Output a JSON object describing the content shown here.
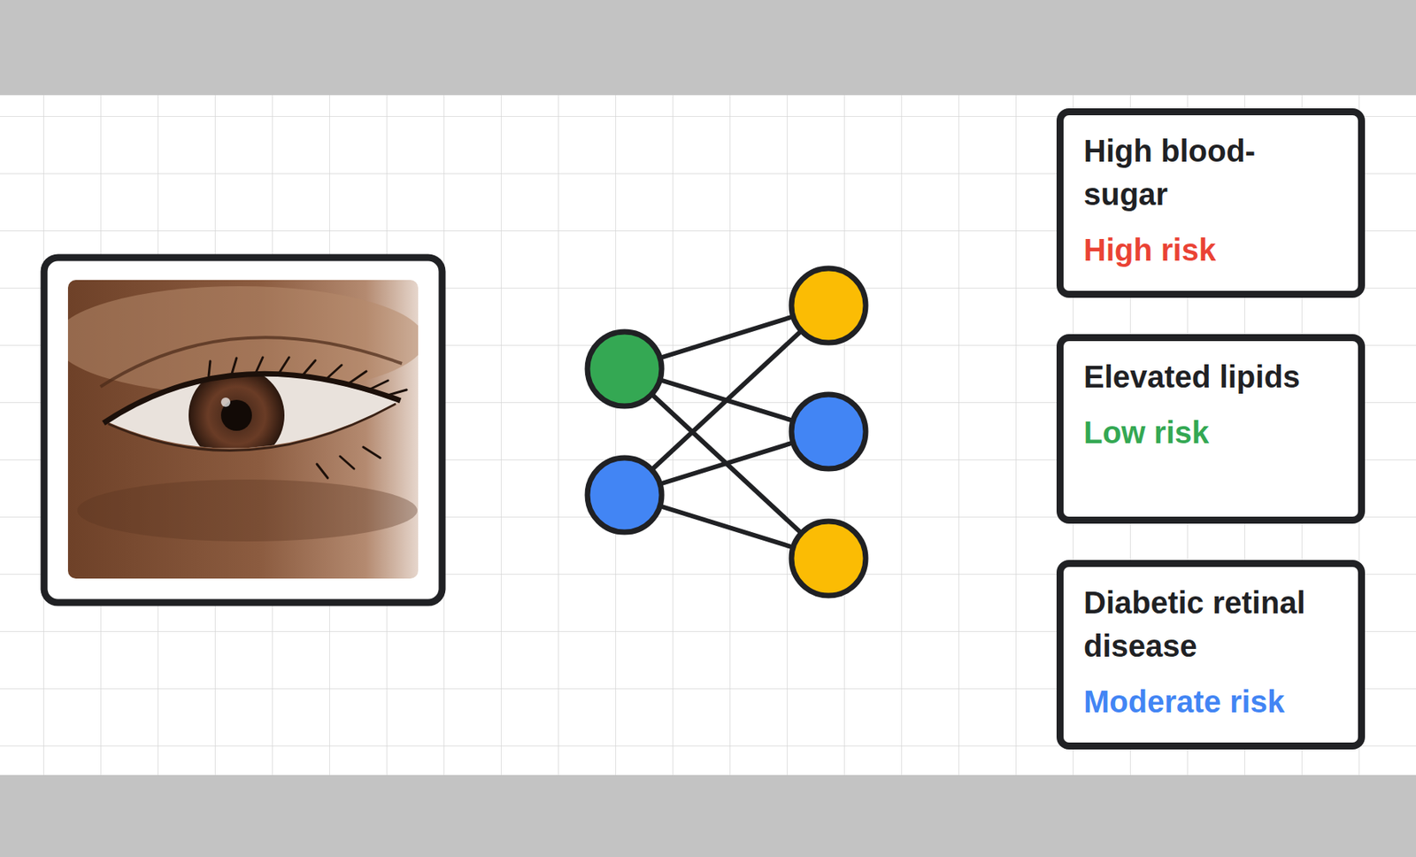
{
  "diagram": {
    "nodes": [
      {
        "text": [
          "High blood-sugar",
          "High risk"
        ]
      },
      {
        "text": [
          "Elevated lipids",
          "Low risk"
        ]
      },
      {
        "text": [
          "Diabetic retinal disease",
          "Moderate risk"
        ]
      }
    ]
  }
}
